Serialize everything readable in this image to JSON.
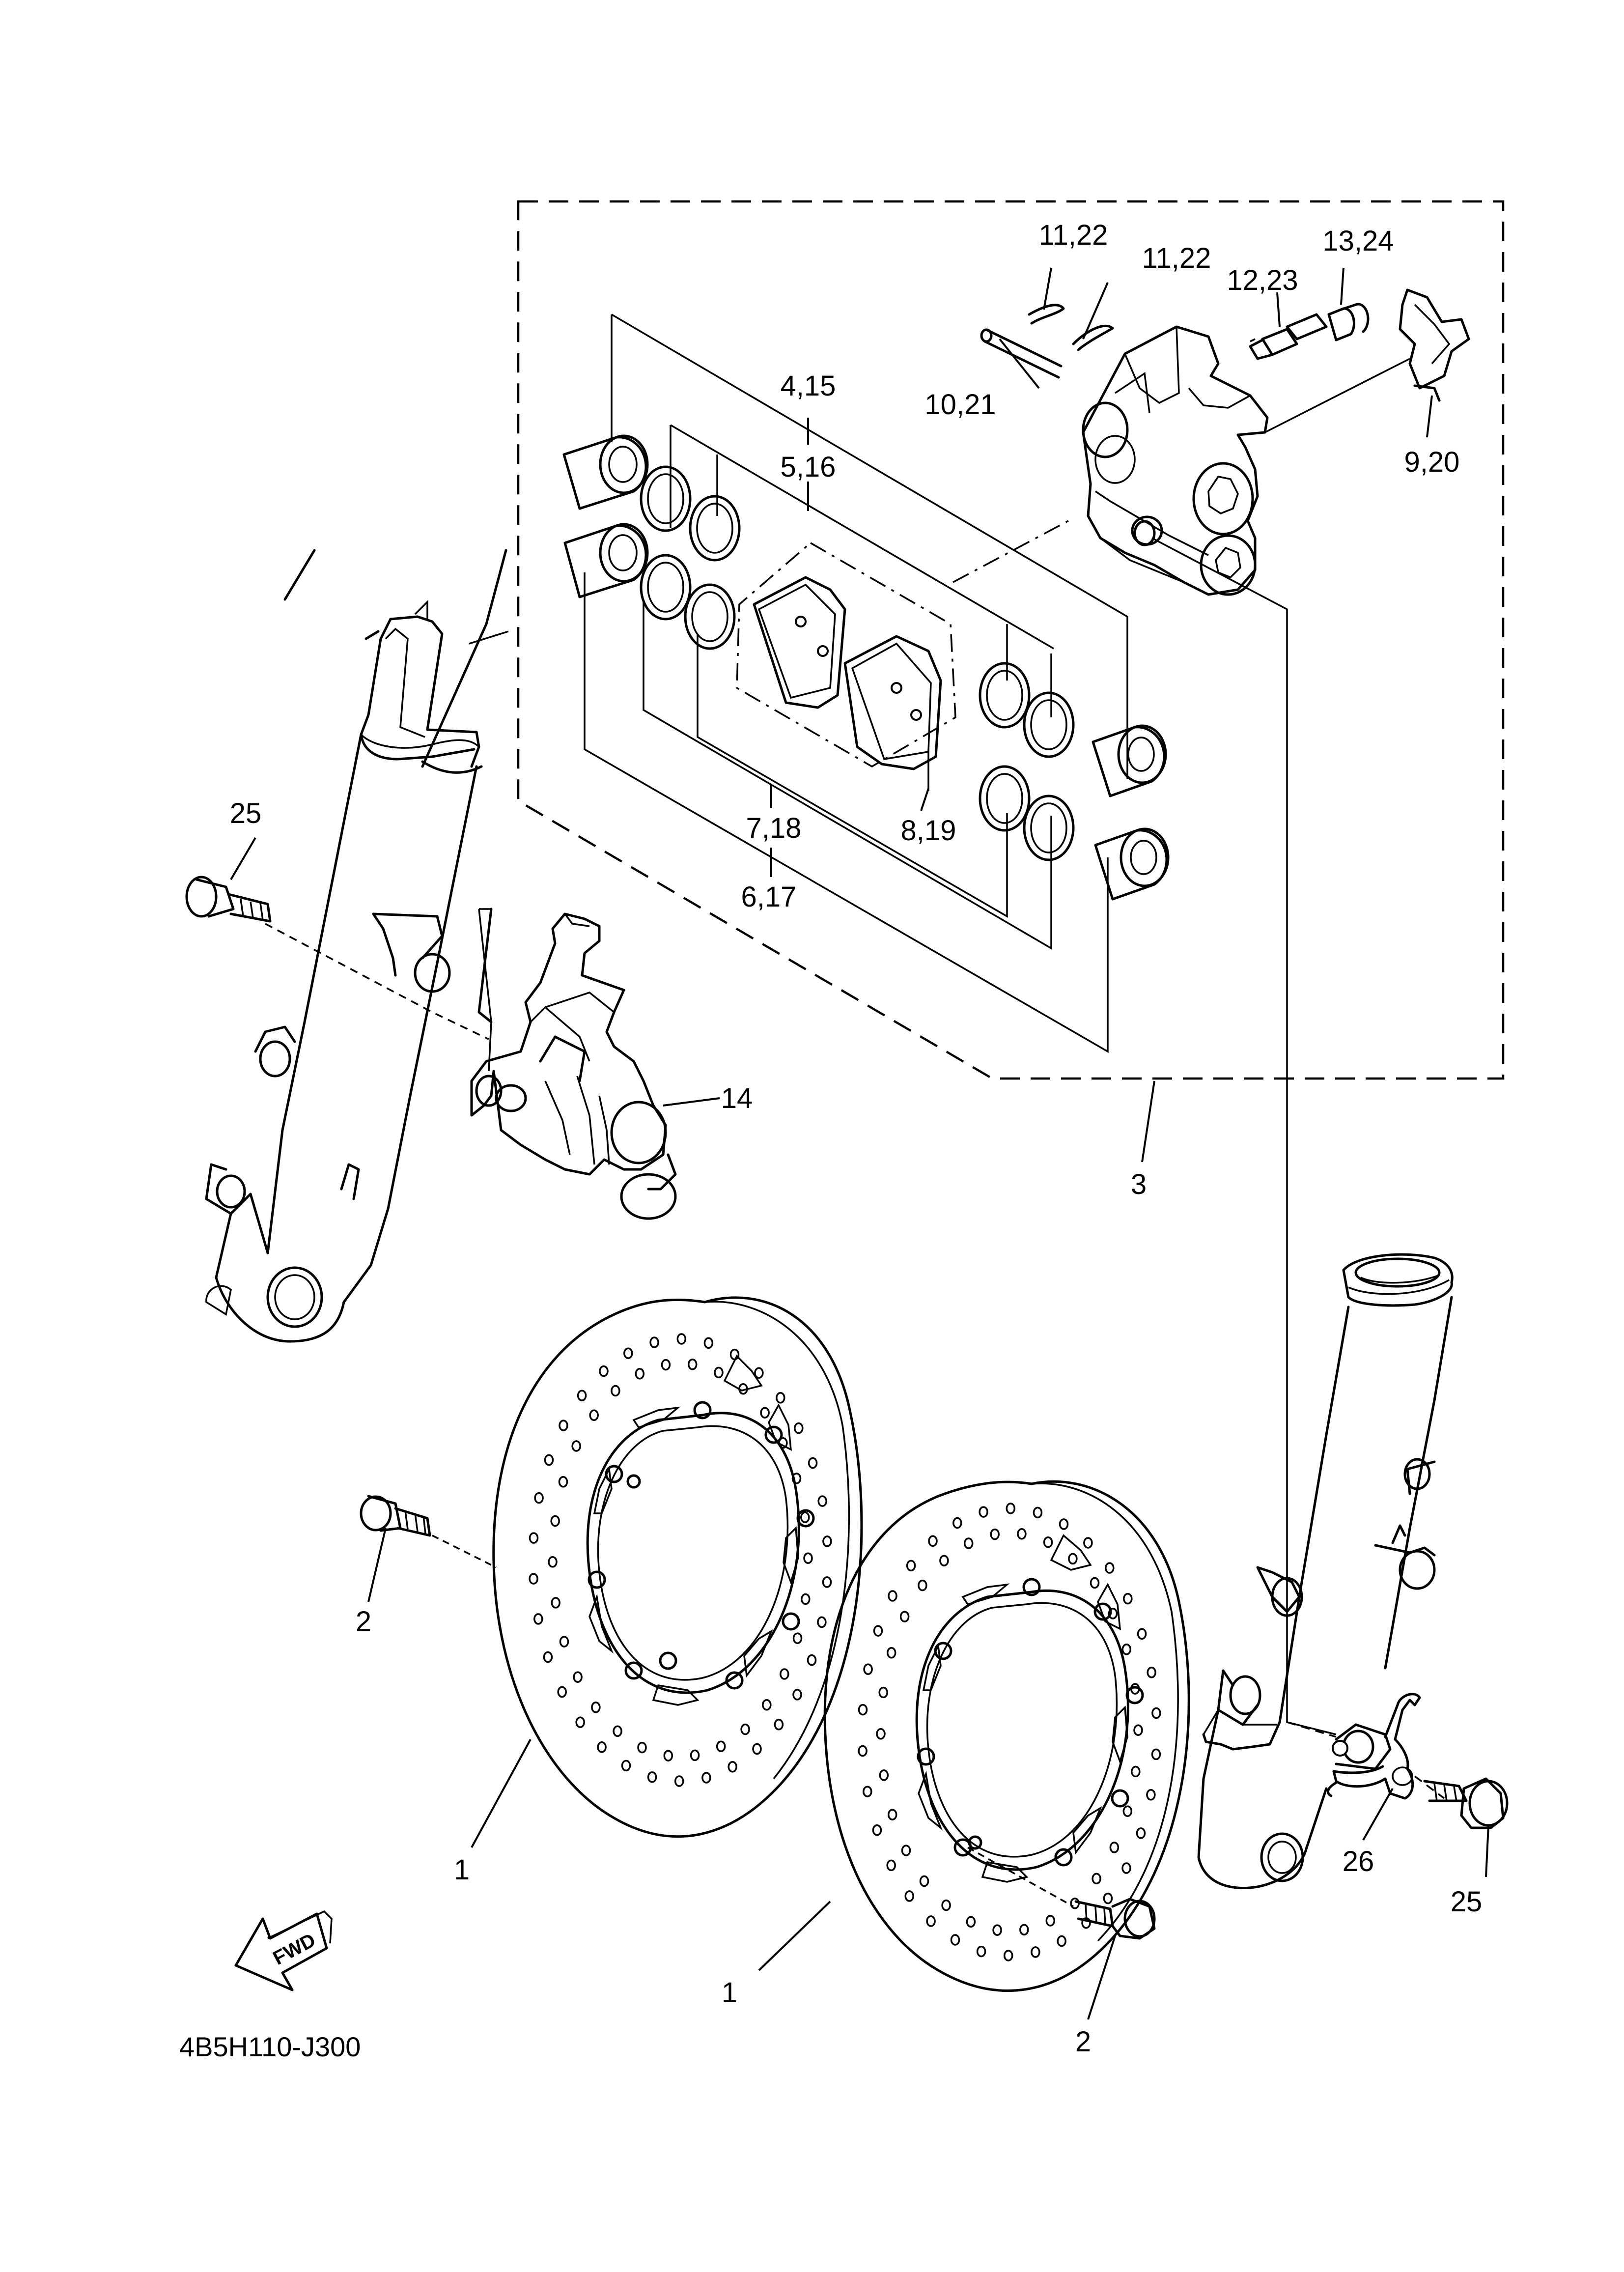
{
  "callouts": [
    {
      "id": "c-11-22-a",
      "label": "11,22"
    },
    {
      "id": "c-11-22-b",
      "label": "11,22"
    },
    {
      "id": "c-13-24",
      "label": "13,24"
    },
    {
      "id": "c-12-23",
      "label": "12,23"
    },
    {
      "id": "c-4-15",
      "label": "4,15"
    },
    {
      "id": "c-10-21",
      "label": "10,21"
    },
    {
      "id": "c-5-16",
      "label": "5,16"
    },
    {
      "id": "c-9-20",
      "label": "9,20"
    },
    {
      "id": "c-7-18",
      "label": "7,18"
    },
    {
      "id": "c-8-19",
      "label": "8,19"
    },
    {
      "id": "c-6-17",
      "label": "6,17"
    },
    {
      "id": "c-25-a",
      "label": "25"
    },
    {
      "id": "c-14",
      "label": "14"
    },
    {
      "id": "c-3",
      "label": "3"
    },
    {
      "id": "c-2-a",
      "label": "2"
    },
    {
      "id": "c-1-a",
      "label": "1"
    },
    {
      "id": "c-26",
      "label": "26"
    },
    {
      "id": "c-25-b",
      "label": "25"
    },
    {
      "id": "c-1-b",
      "label": "1"
    },
    {
      "id": "c-2-b",
      "label": "2"
    }
  ],
  "fwd_label": "FWD",
  "diagram_code": "4B5H110-J300"
}
